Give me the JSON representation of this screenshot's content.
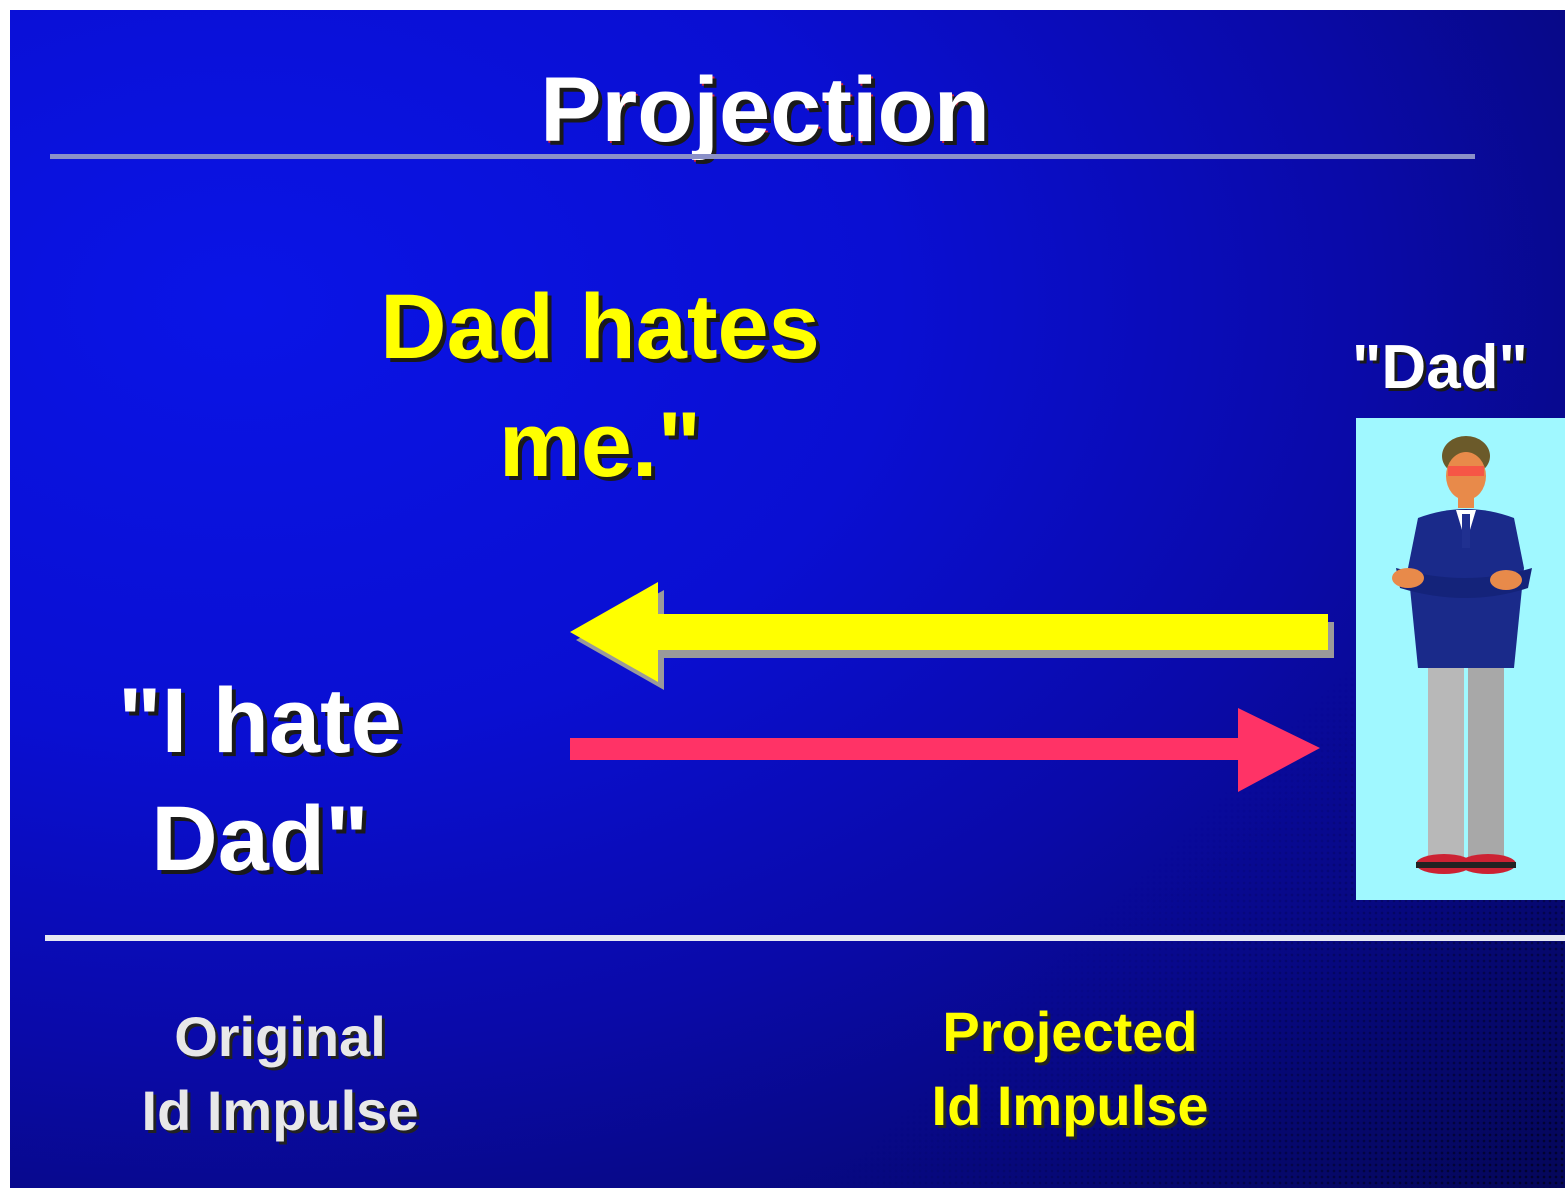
{
  "slide": {
    "title": "Projection",
    "projected_statement": {
      "line1": "Dad hates",
      "line2": "me.\""
    },
    "original_statement": {
      "line1": "\"I hate",
      "line2": "Dad\""
    },
    "figure_label": "\"Dad\"",
    "original_caption": {
      "line1": "Original",
      "line2": "Id Impulse"
    },
    "projected_caption": {
      "line1": "Projected",
      "line2": "Id Impulse"
    }
  },
  "colors": {
    "background": "#0a0fd2",
    "projected_arrow": "#ffff00",
    "original_arrow": "#ff3366",
    "figure_box": "#a0f8ff",
    "title_text": "#ffffff",
    "projected_text": "#ffff00"
  },
  "icons": {
    "figure": "standing-man-figure",
    "projected_arrow": "arrow-left",
    "original_arrow": "arrow-right"
  }
}
